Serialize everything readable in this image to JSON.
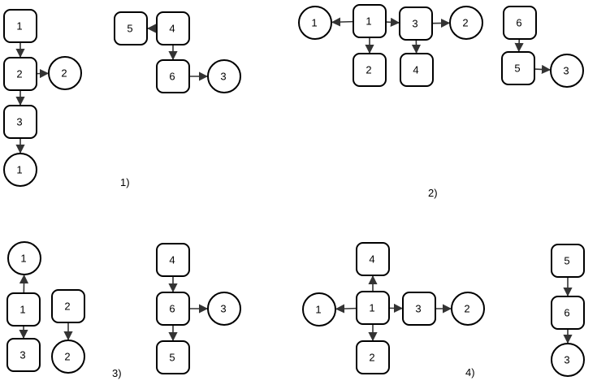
{
  "colors": {
    "node_stroke": "#000000",
    "edge": "#333333",
    "background": "#ffffff"
  },
  "panels": [
    {
      "label": "1)",
      "nodes": [
        {
          "id": "p1a",
          "shape": "box",
          "label": "1"
        },
        {
          "id": "p1b",
          "shape": "box",
          "label": "2"
        },
        {
          "id": "p1c",
          "shape": "circle",
          "label": "2"
        },
        {
          "id": "p1d",
          "shape": "box",
          "label": "3"
        },
        {
          "id": "p1e",
          "shape": "circle",
          "label": "1"
        },
        {
          "id": "p1f",
          "shape": "box",
          "label": "5"
        },
        {
          "id": "p1g",
          "shape": "box",
          "label": "4"
        },
        {
          "id": "p1h",
          "shape": "box",
          "label": "6"
        },
        {
          "id": "p1i",
          "shape": "circle",
          "label": "3"
        }
      ],
      "edges": [
        {
          "from": "p1a",
          "to": "p1b"
        },
        {
          "from": "p1b",
          "to": "p1c"
        },
        {
          "from": "p1b",
          "to": "p1d"
        },
        {
          "from": "p1d",
          "to": "p1e"
        },
        {
          "from": "p1g",
          "to": "p1f"
        },
        {
          "from": "p1g",
          "to": "p1h"
        },
        {
          "from": "p1h",
          "to": "p1i"
        }
      ]
    },
    {
      "label": "2)",
      "nodes": [
        {
          "id": "p2a",
          "shape": "circle",
          "label": "1"
        },
        {
          "id": "p2b",
          "shape": "box",
          "label": "1"
        },
        {
          "id": "p2c",
          "shape": "box",
          "label": "3"
        },
        {
          "id": "p2d",
          "shape": "circle",
          "label": "2"
        },
        {
          "id": "p2e",
          "shape": "box",
          "label": "2"
        },
        {
          "id": "p2f",
          "shape": "box",
          "label": "4"
        },
        {
          "id": "p2g",
          "shape": "box",
          "label": "6"
        },
        {
          "id": "p2h",
          "shape": "box",
          "label": "5"
        },
        {
          "id": "p2i",
          "shape": "circle",
          "label": "3"
        }
      ],
      "edges": [
        {
          "from": "p2b",
          "to": "p2a"
        },
        {
          "from": "p2b",
          "to": "p2c"
        },
        {
          "from": "p2c",
          "to": "p2d"
        },
        {
          "from": "p2b",
          "to": "p2e"
        },
        {
          "from": "p2c",
          "to": "p2f"
        },
        {
          "from": "p2g",
          "to": "p2h"
        },
        {
          "from": "p2h",
          "to": "p2i"
        }
      ]
    },
    {
      "label": "3)",
      "nodes": [
        {
          "id": "p3a",
          "shape": "circle",
          "label": "1"
        },
        {
          "id": "p3b",
          "shape": "box",
          "label": "1"
        },
        {
          "id": "p3c",
          "shape": "box",
          "label": "2"
        },
        {
          "id": "p3d",
          "shape": "box",
          "label": "3"
        },
        {
          "id": "p3e",
          "shape": "circle",
          "label": "2"
        },
        {
          "id": "p3f",
          "shape": "box",
          "label": "4"
        },
        {
          "id": "p3g",
          "shape": "box",
          "label": "6"
        },
        {
          "id": "p3h",
          "shape": "circle",
          "label": "3"
        },
        {
          "id": "p3i",
          "shape": "box",
          "label": "5"
        }
      ],
      "edges": [
        {
          "from": "p3b",
          "to": "p3a"
        },
        {
          "from": "p3b",
          "to": "p3d"
        },
        {
          "from": "p3c",
          "to": "p3e"
        },
        {
          "from": "p3f",
          "to": "p3g"
        },
        {
          "from": "p3g",
          "to": "p3h"
        },
        {
          "from": "p3g",
          "to": "p3i"
        }
      ]
    },
    {
      "label": "4)",
      "nodes": [
        {
          "id": "p4a",
          "shape": "box",
          "label": "4"
        },
        {
          "id": "p4b",
          "shape": "circle",
          "label": "1"
        },
        {
          "id": "p4c",
          "shape": "box",
          "label": "1"
        },
        {
          "id": "p4d",
          "shape": "box",
          "label": "3"
        },
        {
          "id": "p4e",
          "shape": "circle",
          "label": "2"
        },
        {
          "id": "p4f",
          "shape": "box",
          "label": "2"
        },
        {
          "id": "p4g",
          "shape": "box",
          "label": "5"
        },
        {
          "id": "p4h",
          "shape": "box",
          "label": "6"
        },
        {
          "id": "p4i",
          "shape": "circle",
          "label": "3"
        }
      ],
      "edges": [
        {
          "from": "p4c",
          "to": "p4a"
        },
        {
          "from": "p4c",
          "to": "p4b"
        },
        {
          "from": "p4c",
          "to": "p4d"
        },
        {
          "from": "p4d",
          "to": "p4e"
        },
        {
          "from": "p4c",
          "to": "p4f"
        },
        {
          "from": "p4g",
          "to": "p4h"
        },
        {
          "from": "p4h",
          "to": "p4i"
        }
      ]
    }
  ]
}
